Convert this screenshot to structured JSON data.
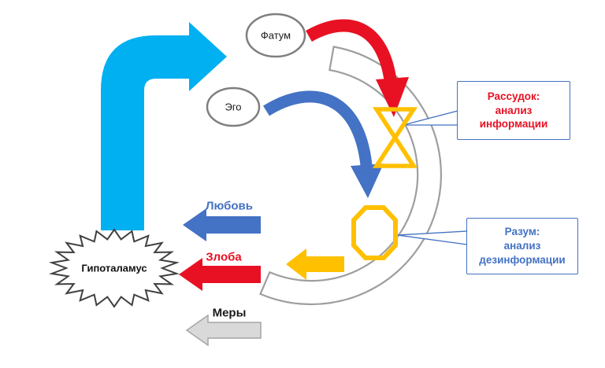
{
  "nodes": {
    "fatum": "Фатум",
    "ego": "Эго",
    "hypothalamus": "Гипоталамус"
  },
  "flow_labels": {
    "love": "Любовь",
    "anger": "Злоба",
    "measures": "Меры"
  },
  "callouts": {
    "reason": "Рассудок:\nанализ\nинформации",
    "mind": "Разум:\nанализ\nдезинформации"
  },
  "colors": {
    "cyan_arrow": "#00b0f0",
    "blue_accent": "#4472c4",
    "red_accent": "#e81123",
    "gold_accent": "#ffc000",
    "arc_gray": "#9e9e9e",
    "measures_arrow_fill": "#d9d9d9",
    "node_outline_gray": "#7f7f7f"
  }
}
